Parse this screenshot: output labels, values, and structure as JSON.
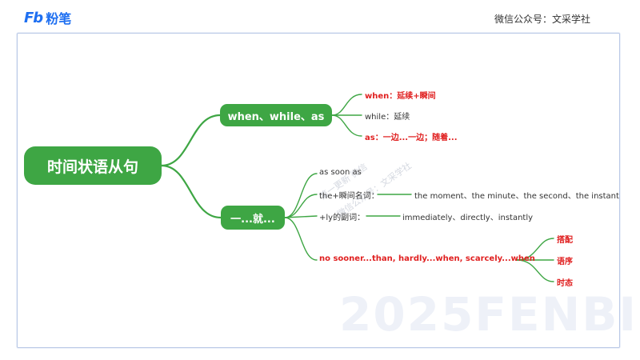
{
  "header": {
    "logo_mark": "Fb",
    "logo_text": "粉笔",
    "wechat_text": "微信公众号：文采学社"
  },
  "watermark": {
    "big_text": "2025FENBI",
    "diag_line1": "第一更新 微信",
    "diag_line2": "微信公众号：文采学社"
  },
  "mindmap": {
    "root": "时间状语从句",
    "branch1": {
      "label": "when、while、as",
      "leaves": [
        "when：延续+瞬间",
        "while：延续",
        "as：一边...一边；随着..."
      ]
    },
    "branch2": {
      "label": "一...就...",
      "as_soon_as": "as soon as",
      "the_noun": "the+瞬间名词：",
      "the_noun_values": "the moment、the minute、the second、the instant",
      "ly_adverb": "+ly的副词：",
      "ly_adverb_values": "immediately、directly、instantly",
      "no_sooner": "no sooner...than, hardly...when, scarcely...when",
      "sub_leaves": [
        "搭配",
        "语序",
        "时态"
      ]
    }
  },
  "colors": {
    "node_green": "#3ea644",
    "link_green": "#3ea644",
    "red": "#e02020",
    "brand_blue": "#1e6ff1"
  }
}
